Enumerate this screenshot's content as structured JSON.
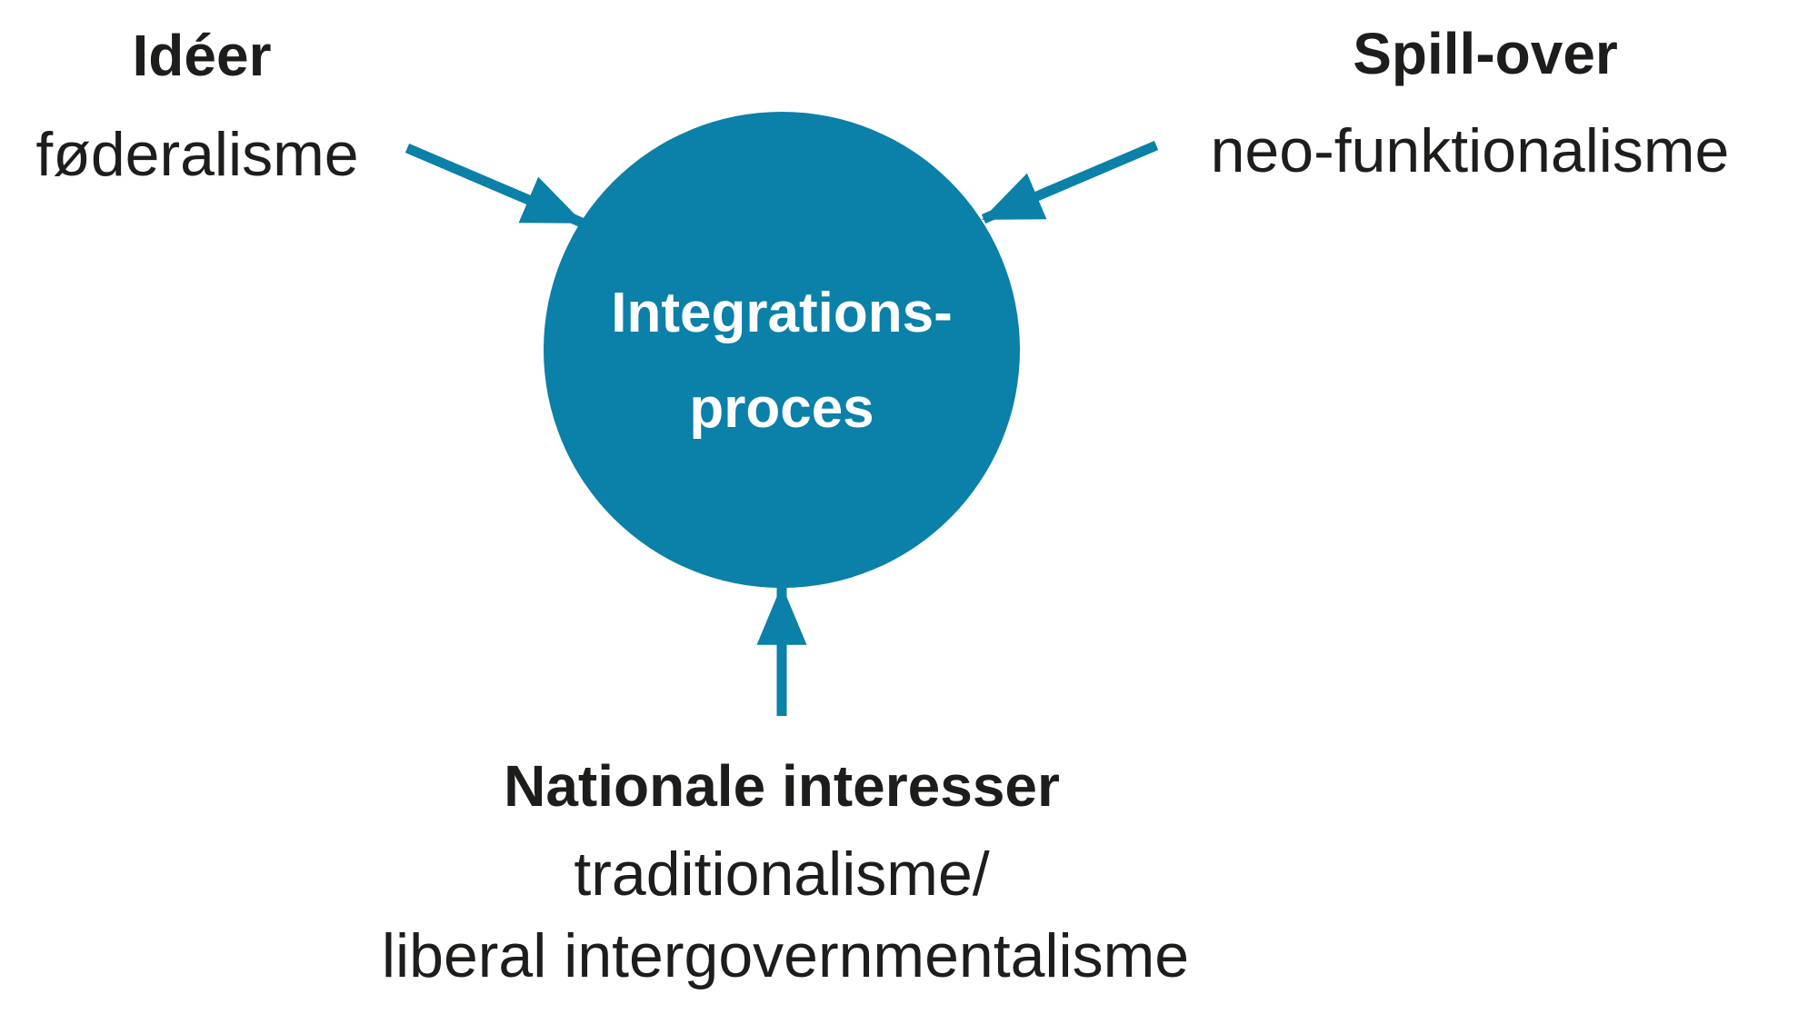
{
  "diagram": {
    "center_node": {
      "label_line1": "Integrations-",
      "label_line2": "proces"
    },
    "factors": [
      {
        "id": "ideas",
        "title": "Idéer",
        "subtitle": "føderalisme"
      },
      {
        "id": "spillover",
        "title": "Spill-over",
        "subtitle": "neo-funktionalisme"
      },
      {
        "id": "national-interests",
        "title": "Nationale interesser",
        "subtitle_line1": "traditionalisme/",
        "subtitle_line2": "liberal intergovernmentalisme"
      }
    ],
    "colors": {
      "accent": "#0b80a8",
      "text": "#1d1d1b",
      "circle_text": "#ffffff",
      "background": "#ffffff"
    }
  }
}
